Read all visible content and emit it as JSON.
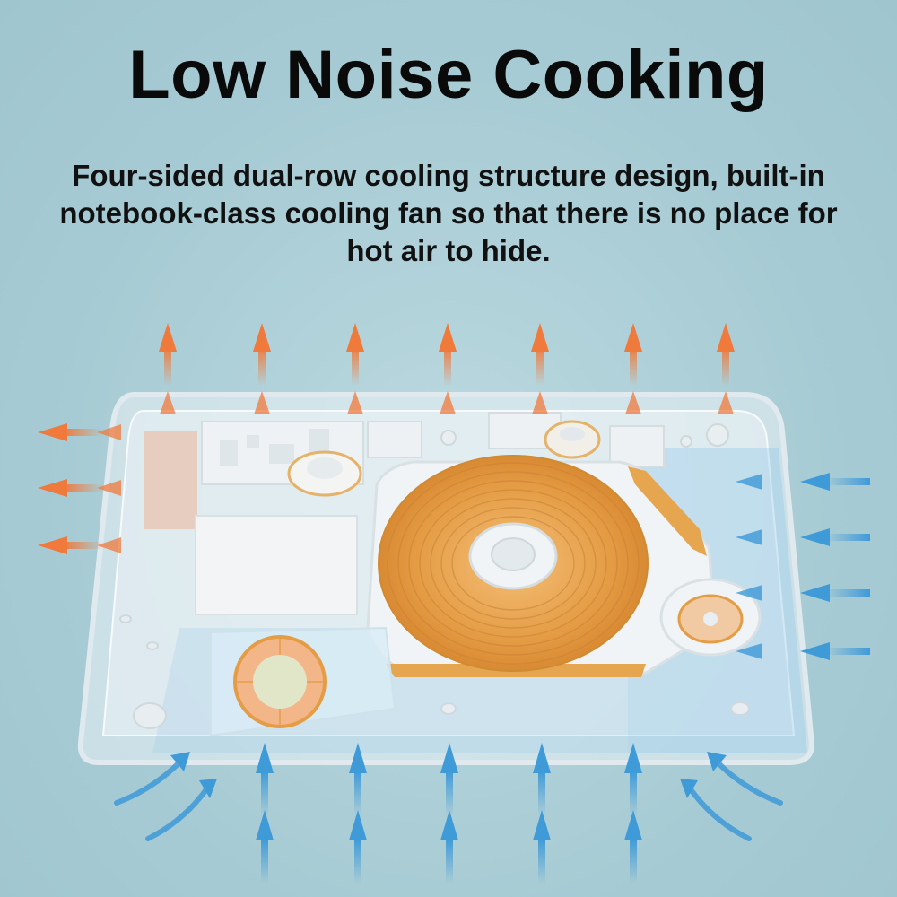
{
  "header": {
    "title": "Low Noise Cooking",
    "subtitle": "Four-sided dual-row cooling structure design, built-in notebook-class cooling fan so that there is no place for hot air to hide."
  },
  "illustration": {
    "subject": "induction-cooker-internal-cutaway",
    "hot_air_color": "#f07a3c",
    "cool_air_color": "#3f9ad8",
    "coil_color": "#e8a548",
    "housing_color": "#e9f1f4"
  }
}
